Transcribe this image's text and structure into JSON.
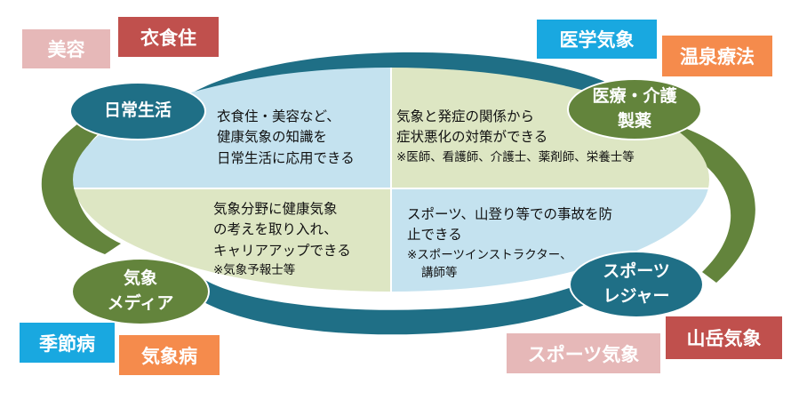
{
  "colors": {
    "teal": "#1f6f86",
    "olive": "#63843c",
    "light_blue": "#c4e2ef",
    "light_green": "#dde6c3",
    "tag_pink": "#e6b8b8",
    "tag_red": "#c0504d",
    "tag_cyan": "#19a8e0",
    "tag_orange": "#f58b4c"
  },
  "tags": {
    "biyou": "美容",
    "ishokuju": "衣食住",
    "igaku_kishou": "医学気象",
    "onsen_ryouhou": "温泉療法",
    "kisetsubyou": "季節病",
    "kishoubyou": "気象病",
    "sports_kishou": "スポーツ気象",
    "sangaku_kishou": "山岳気象"
  },
  "nodes": {
    "daily_life": [
      "日常生活"
    ],
    "medical": [
      "医療・介護",
      "製薬"
    ],
    "media": [
      "気象",
      "メディア"
    ],
    "sports": [
      "スポーツ",
      "レジャー"
    ]
  },
  "quadrants": {
    "top_left": {
      "lines": [
        "衣食住・美容など、",
        "健康気象の知識を",
        "日常生活に応用できる"
      ]
    },
    "top_right": {
      "lines": [
        "気象と発症の関係から",
        "症状悪化の対策ができる"
      ],
      "note": "※医師、看護師、介護士、薬剤師、栄養士等"
    },
    "bottom_left": {
      "lines": [
        "気象分野に健康気象",
        "の考えを取り入れ、",
        "キャリアアップできる"
      ],
      "note": "※気象予報士等"
    },
    "bottom_right": {
      "lines": [
        "スポーツ、山登り等での事故を防",
        "止できる"
      ],
      "note_lines": [
        "※スポーツインストラクター、",
        "講師等"
      ]
    }
  }
}
